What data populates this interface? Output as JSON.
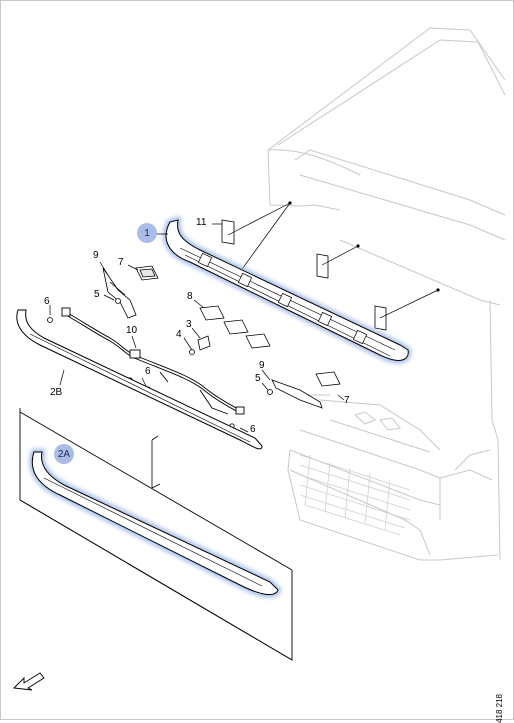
{
  "callouts": {
    "c1": "1",
    "c2A": "2A",
    "c2B": "2B",
    "c3": "3",
    "c4": "4",
    "c5a": "5",
    "c5b": "5",
    "c6a": "6",
    "c6b": "6",
    "c6c": "6",
    "c7a": "7",
    "c7b": "7",
    "c8": "8",
    "c9a": "9",
    "c9b": "9",
    "c10": "10",
    "c11": "11"
  },
  "document_number": "418 218",
  "colors": {
    "highlight": "#9db8e8",
    "badge": "#a9bde6",
    "line": "#000000",
    "truck_line": "#c8c8c8"
  },
  "icons": {
    "front_arrow": "front-direction-arrow-icon"
  }
}
